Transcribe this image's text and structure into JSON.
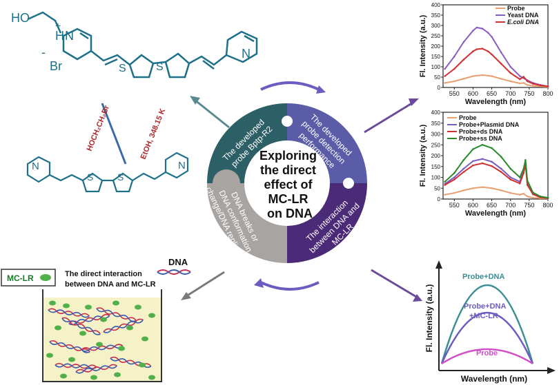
{
  "center": {
    "title_lines": [
      "Exploring",
      "the direct",
      "effect of",
      "MC-LR",
      "on DNA"
    ]
  },
  "segments": {
    "top_left": [
      "The developed",
      "probe Bptp-R2"
    ],
    "top_right": [
      "The developed",
      "probe detection",
      "performance"
    ],
    "bottom_right": [
      "The interaction",
      "between DNA and",
      "MC-LR"
    ],
    "bottom_left": [
      "DNA breaks or",
      "DNA conformation",
      "change/DNA replication"
    ]
  },
  "chemistry": {
    "hydroxyl": "HO",
    "nitrogen_plus": "+",
    "nitrogen_h": "N",
    "nitrogen_h2": "H",
    "minus": "-",
    "bromide": "Br",
    "sulfur": "S",
    "nitrogen": "N",
    "reagent_line1": "HOCH₂CH₂Br",
    "reagent_line2": "EtOH, 348.15 K"
  },
  "dna_panel": {
    "dna_label": "DNA",
    "mclr_label": "MC-LR",
    "caption_line1": "The direct interaction",
    "caption_line2": "between DNA and MC-LR"
  },
  "common_axes": {
    "xlabel": "Wavelength (nm)",
    "ylabel": "Fl. Intensity (a.u.)"
  },
  "schematic": {
    "labels": [
      "Probe+DNA",
      "Probe+DNA",
      "+MC-LR",
      "Probe"
    ]
  },
  "colors": {
    "teal_segment": "#2c5f66",
    "purple_segment": "#5a5ca8",
    "dark_purple_segment": "#4b2a78",
    "gray_segment": "#a7a4a1",
    "molecule": "#1d6f8a",
    "arrow_teal": "#5a8a90",
    "arrow_purple": "#6a4a9a",
    "arrow_gray": "#7a7a7a"
  },
  "chart_data": [
    {
      "type": "line",
      "xlim": [
        520,
        800
      ],
      "ylim": [
        0,
        400
      ],
      "xticks": [
        550,
        600,
        650,
        700,
        750,
        800
      ],
      "yticks": [
        0,
        50,
        100,
        150,
        200,
        250,
        300,
        350,
        400
      ],
      "xlabel": "Wavelength (nm)",
      "ylabel": "Fl. Intensity (a.u.)",
      "legend_position": "top-right",
      "series": [
        {
          "name": "Probe",
          "color": "#e8a070",
          "x": [
            525,
            550,
            575,
            600,
            625,
            650,
            675,
            700,
            725,
            735,
            745,
            760,
            780,
            800
          ],
          "values": [
            22,
            30,
            42,
            55,
            60,
            55,
            42,
            30,
            20,
            22,
            12,
            8,
            5,
            3
          ]
        },
        {
          "name": "Yeast DNA",
          "color": "#8a5cc0",
          "x": [
            525,
            550,
            575,
            600,
            610,
            625,
            640,
            650,
            675,
            700,
            725,
            735,
            745,
            760,
            780,
            800
          ],
          "values": [
            90,
            150,
            220,
            275,
            290,
            285,
            265,
            245,
            170,
            100,
            55,
            45,
            35,
            22,
            12,
            6
          ]
        },
        {
          "name": "E.coli DNA",
          "color": "#d03030",
          "x": [
            525,
            550,
            575,
            600,
            610,
            625,
            640,
            650,
            675,
            700,
            725,
            735,
            745,
            760,
            780,
            800
          ],
          "values": [
            55,
            90,
            135,
            175,
            185,
            188,
            175,
            160,
            115,
            70,
            40,
            52,
            30,
            18,
            10,
            5
          ]
        }
      ]
    },
    {
      "type": "line",
      "xlim": [
        520,
        800
      ],
      "ylim": [
        0,
        400
      ],
      "xticks": [
        550,
        600,
        650,
        700,
        750,
        800
      ],
      "yticks": [
        0,
        50,
        100,
        150,
        200,
        250,
        300,
        350,
        400
      ],
      "xlabel": "Wavelength (nm)",
      "ylabel": "Fl. Intensity (a.u.)",
      "legend_position": "top-left",
      "series": [
        {
          "name": "Probe",
          "color": "#e8a070",
          "x": [
            525,
            550,
            575,
            600,
            625,
            650,
            675,
            700,
            725,
            735,
            745,
            760,
            780,
            800
          ],
          "values": [
            20,
            28,
            40,
            50,
            55,
            50,
            40,
            28,
            20,
            25,
            12,
            6,
            4,
            3
          ]
        },
        {
          "name": "Probe+Plasmid DNA",
          "color": "#7a5cc0",
          "x": [
            525,
            550,
            575,
            600,
            625,
            650,
            675,
            700,
            725,
            735,
            740,
            745,
            760,
            780,
            800
          ],
          "values": [
            70,
            100,
            140,
            175,
            185,
            172,
            140,
            100,
            80,
            130,
            170,
            70,
            25,
            10,
            5
          ]
        },
        {
          "name": "Probe+ds DNA",
          "color": "#d03030",
          "x": [
            525,
            550,
            575,
            600,
            625,
            650,
            675,
            700,
            725,
            735,
            740,
            745,
            760,
            780,
            800
          ],
          "values": [
            65,
            90,
            125,
            155,
            165,
            152,
            125,
            90,
            72,
            120,
            160,
            65,
            22,
            8,
            4
          ]
        },
        {
          "name": "Probe+ss DNA",
          "color": "#2a8a2a",
          "x": [
            525,
            550,
            575,
            600,
            625,
            650,
            675,
            700,
            725,
            735,
            740,
            745,
            760,
            780,
            800
          ],
          "values": [
            80,
            120,
            180,
            230,
            250,
            235,
            195,
            140,
            100,
            140,
            180,
            85,
            30,
            12,
            6
          ]
        }
      ]
    }
  ]
}
